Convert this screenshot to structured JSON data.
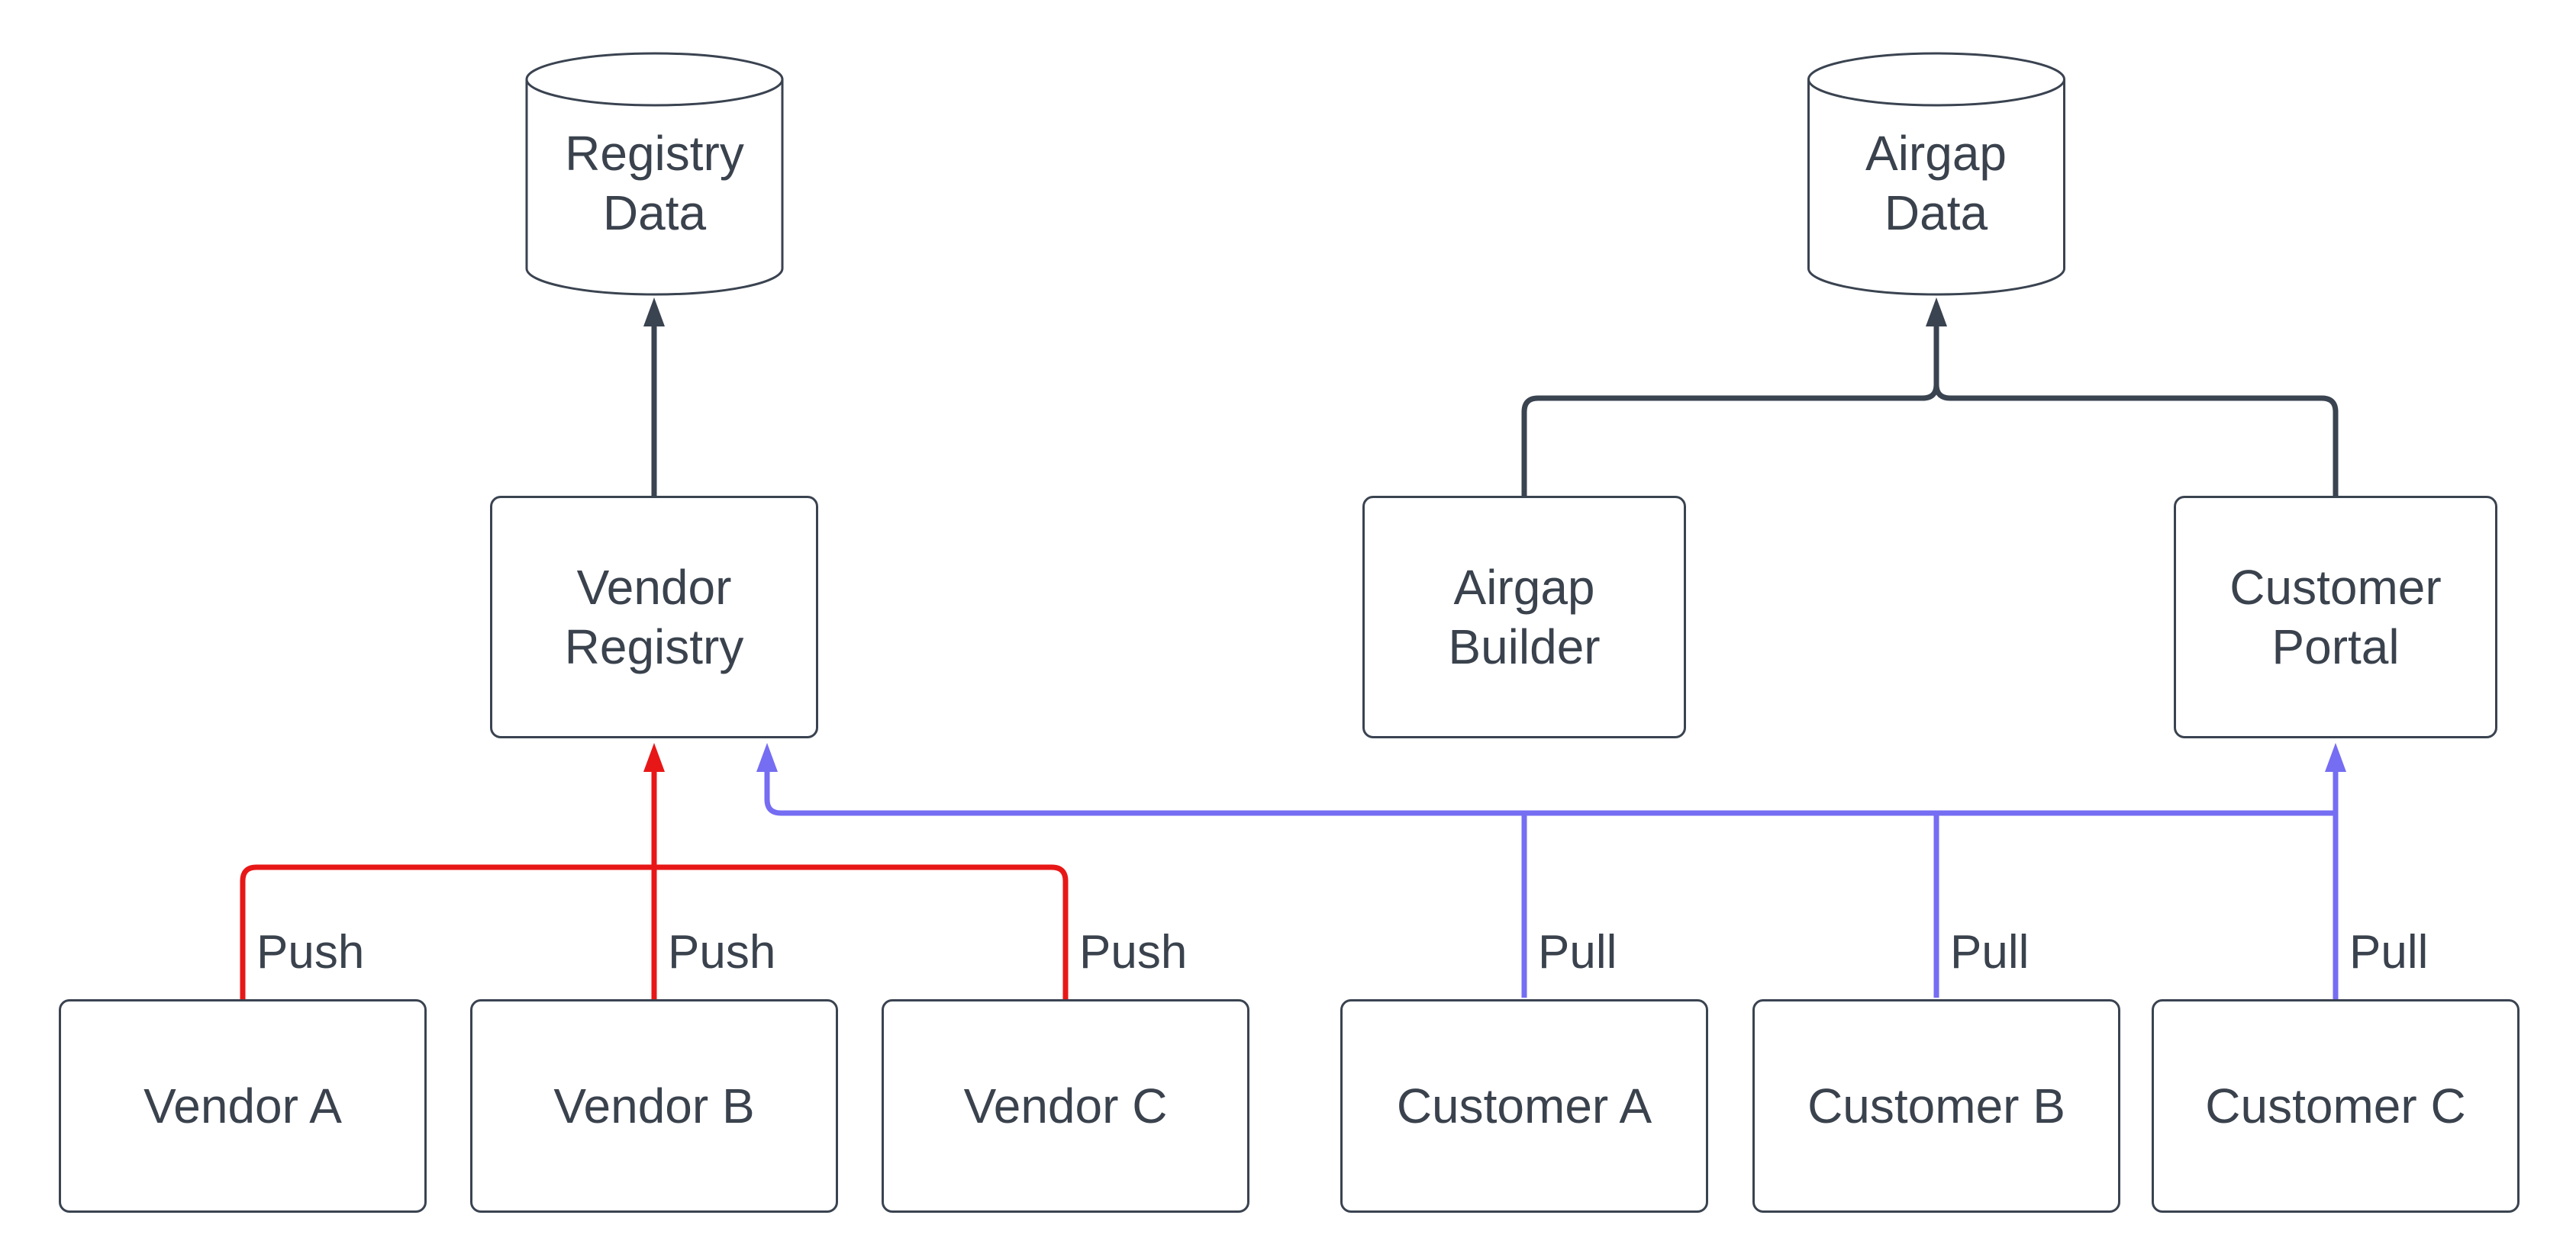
{
  "diagram_type": "flowchart",
  "colors": {
    "ink": "#3A424D",
    "dark-line": "#3A4350",
    "push-red": "#E81717",
    "pull-blue": "#756DF2",
    "node-fill": "#FFFFFF",
    "canvas-bg": "#FFFFFF"
  },
  "nodes": {
    "registry_data": {
      "shape": "cylinder",
      "lines": [
        "Registry",
        "Data"
      ]
    },
    "airgap_data": {
      "shape": "cylinder",
      "lines": [
        "Airgap",
        "Data"
      ]
    },
    "vendor_registry": {
      "shape": "rectangle",
      "lines": [
        "Vendor",
        "Registry"
      ]
    },
    "airgap_builder": {
      "shape": "rectangle",
      "lines": [
        "Airgap",
        "Builder"
      ]
    },
    "customer_portal": {
      "shape": "rectangle",
      "lines": [
        "Customer",
        "Portal"
      ]
    },
    "vendor_a": {
      "shape": "rectangle",
      "label": "Vendor A"
    },
    "vendor_b": {
      "shape": "rectangle",
      "label": "Vendor B"
    },
    "vendor_c": {
      "shape": "rectangle",
      "label": "Vendor C"
    },
    "customer_a": {
      "shape": "rectangle",
      "label": "Customer A"
    },
    "customer_b": {
      "shape": "rectangle",
      "label": "Customer B"
    },
    "customer_c": {
      "shape": "rectangle",
      "label": "Customer C"
    }
  },
  "edges": [
    {
      "from": "vendor_registry",
      "to": "registry_data",
      "label": "",
      "color": "dark"
    },
    {
      "from": "airgap_builder",
      "to": "airgap_data",
      "label": "",
      "color": "dark"
    },
    {
      "from": "customer_portal",
      "to": "airgap_data",
      "label": "",
      "color": "dark"
    },
    {
      "from": "vendor_a",
      "to": "vendor_registry",
      "label": "Push",
      "color": "red"
    },
    {
      "from": "vendor_b",
      "to": "vendor_registry",
      "label": "Push",
      "color": "red"
    },
    {
      "from": "vendor_c",
      "to": "vendor_registry",
      "label": "Push",
      "color": "red"
    },
    {
      "from": "customer_a",
      "to": "vendor_registry",
      "label": "Pull",
      "color": "blue"
    },
    {
      "from": "customer_b",
      "to": "vendor_registry",
      "label": "Pull",
      "color": "blue"
    },
    {
      "from": "customer_c",
      "to": "customer_portal",
      "label": "Pull",
      "color": "blue"
    }
  ]
}
